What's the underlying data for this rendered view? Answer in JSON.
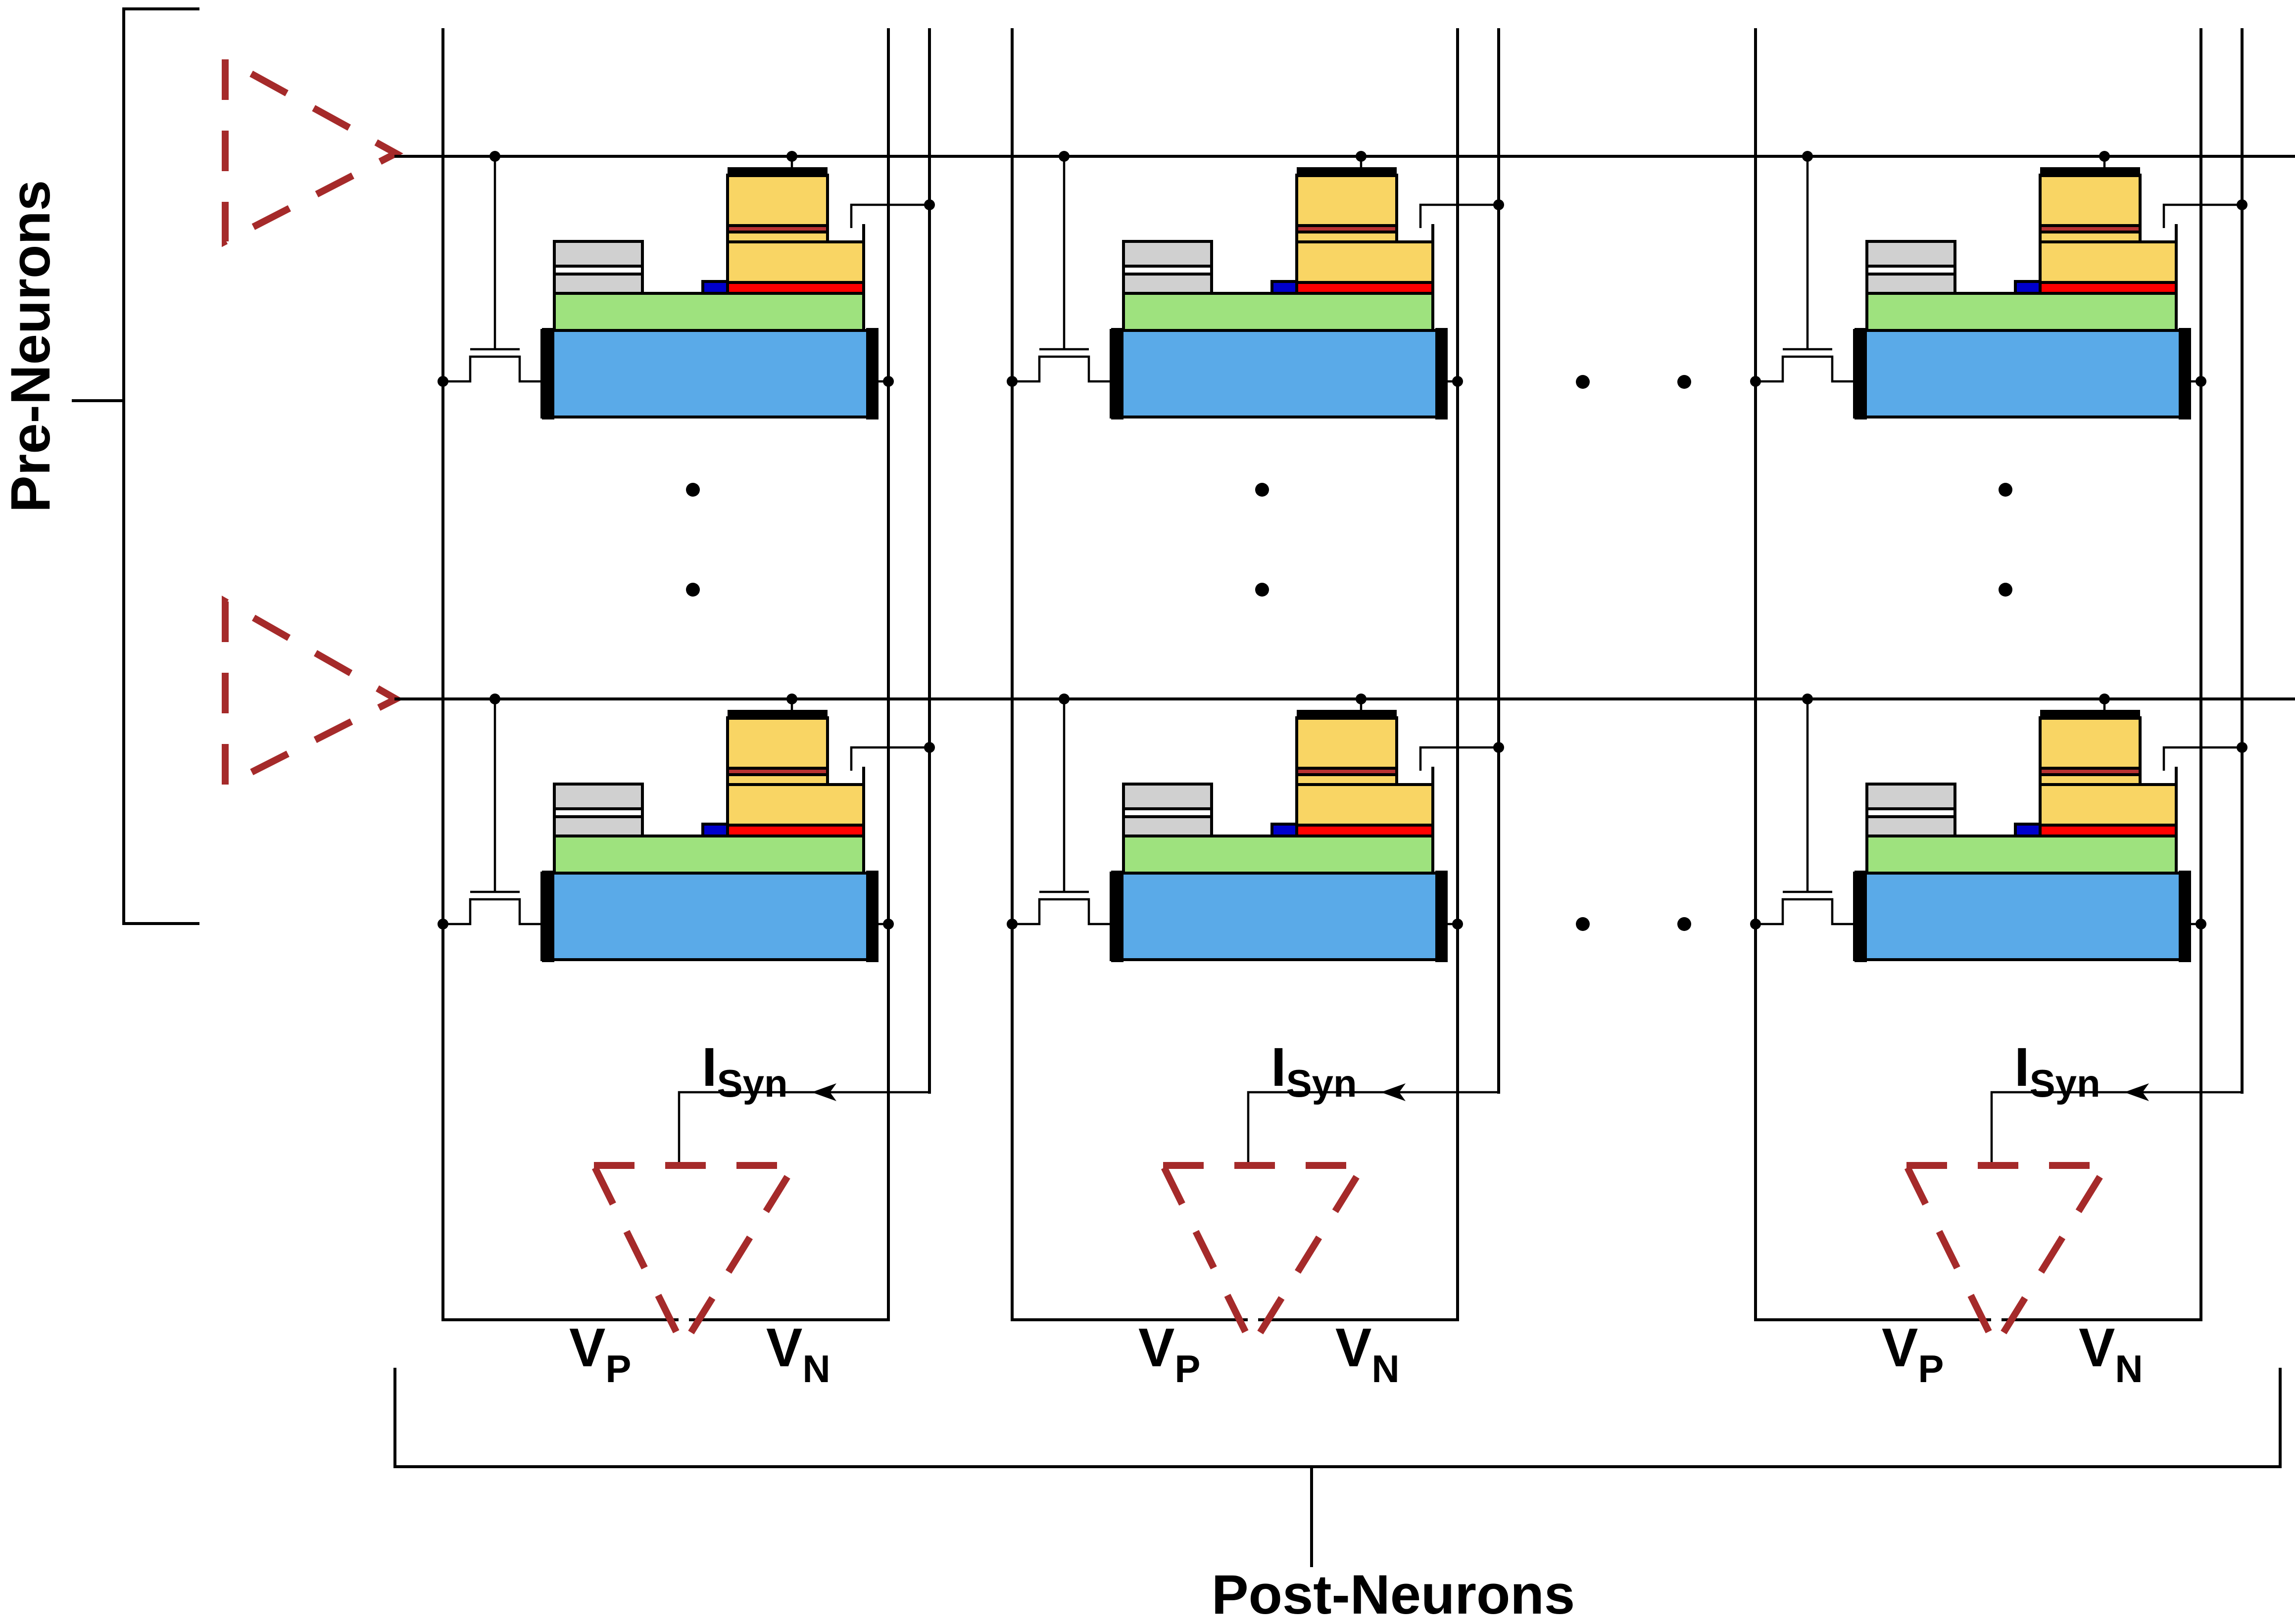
{
  "labels": {
    "pre_neurons": "Pre-Neurons",
    "post_neurons": "Post-Neurons",
    "isyn_main": "I",
    "isyn_sub": "Syn",
    "vp_main": "V",
    "vp_sub": "P",
    "vn_main": "V",
    "vn_sub": "N"
  },
  "grid": {
    "columns": 3,
    "rows": 2,
    "column_ellipsis_after": 2,
    "row_ellipsis_after": 1
  },
  "colors": {
    "dashed_neuron": "#a52a2a",
    "substrate_blue": "#5aaae8",
    "layer_green": "#9ee27e",
    "electrode_yellow": "#f9d564",
    "barrier_red": "#ff0000",
    "barrier_darkred": "#b83232",
    "contact_gray": "#d0d0d0",
    "contact_blue": "#0000cc",
    "wire": "#000000"
  }
}
